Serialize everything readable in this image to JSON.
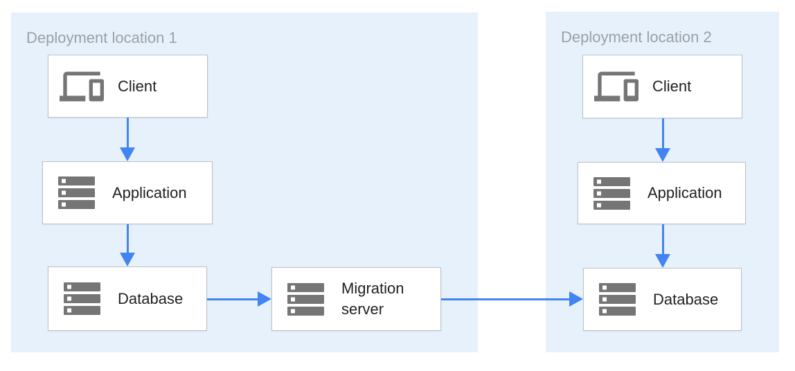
{
  "diagram": {
    "regions": [
      {
        "label": "Deployment location 1",
        "nodes": [
          {
            "id": "client-1",
            "label": "Client",
            "icon": "devices-icon"
          },
          {
            "id": "application-1",
            "label": "Application",
            "icon": "server-stack-icon"
          },
          {
            "id": "database-1",
            "label": "Database",
            "icon": "server-stack-icon"
          }
        ]
      },
      {
        "label": "Deployment location 2",
        "nodes": [
          {
            "id": "client-2",
            "label": "Client",
            "icon": "devices-icon"
          },
          {
            "id": "application-2",
            "label": "Application",
            "icon": "server-stack-icon"
          },
          {
            "id": "database-2",
            "label": "Database",
            "icon": "server-stack-icon"
          }
        ]
      }
    ],
    "nodes_outside_regions": [
      {
        "id": "migration-server",
        "label": "Migration server",
        "icon": "server-stack-icon"
      }
    ],
    "edges": [
      {
        "from": "client-1",
        "to": "application-1",
        "direction": "down"
      },
      {
        "from": "application-1",
        "to": "database-1",
        "direction": "down"
      },
      {
        "from": "database-1",
        "to": "migration-server",
        "direction": "right"
      },
      {
        "from": "migration-server",
        "to": "database-2",
        "direction": "right"
      },
      {
        "from": "client-2",
        "to": "application-2",
        "direction": "down"
      },
      {
        "from": "application-2",
        "to": "database-2",
        "direction": "down"
      }
    ],
    "colors": {
      "canvas_background": "#ffffff",
      "region_fill": "#e7f1fb",
      "node_fill": "#ffffff",
      "node_border": "#bdc1c6",
      "arrow": "#4284f3",
      "icon": "#757575",
      "region_label_text": "#9aa0a6",
      "node_label_text": "#212121"
    }
  }
}
